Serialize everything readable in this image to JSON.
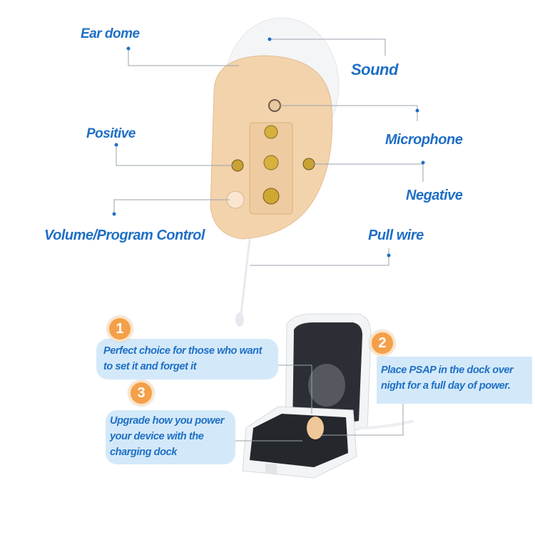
{
  "labels": {
    "ear_dome": "Ear dome",
    "sound": "Sound",
    "positive": "Positive",
    "microphone": "Microphone",
    "negative": "Negative",
    "volume_program_control": "Volume/Program Control",
    "pull_wire": "Pull wire"
  },
  "callouts": [
    {
      "number": "1",
      "text": "Perfect choice for those who want to set it and forget it"
    },
    {
      "number": "2",
      "text": "Place PSAP in the dock over night for a full day of power."
    },
    {
      "number": "3",
      "text": "Upgrade how you power your device with the charging dock"
    }
  ],
  "colors": {
    "text": "#1f6fc5",
    "bubble": "#d3e9f9",
    "badge": "#f4a04a",
    "device": "#f3d3ac"
  }
}
